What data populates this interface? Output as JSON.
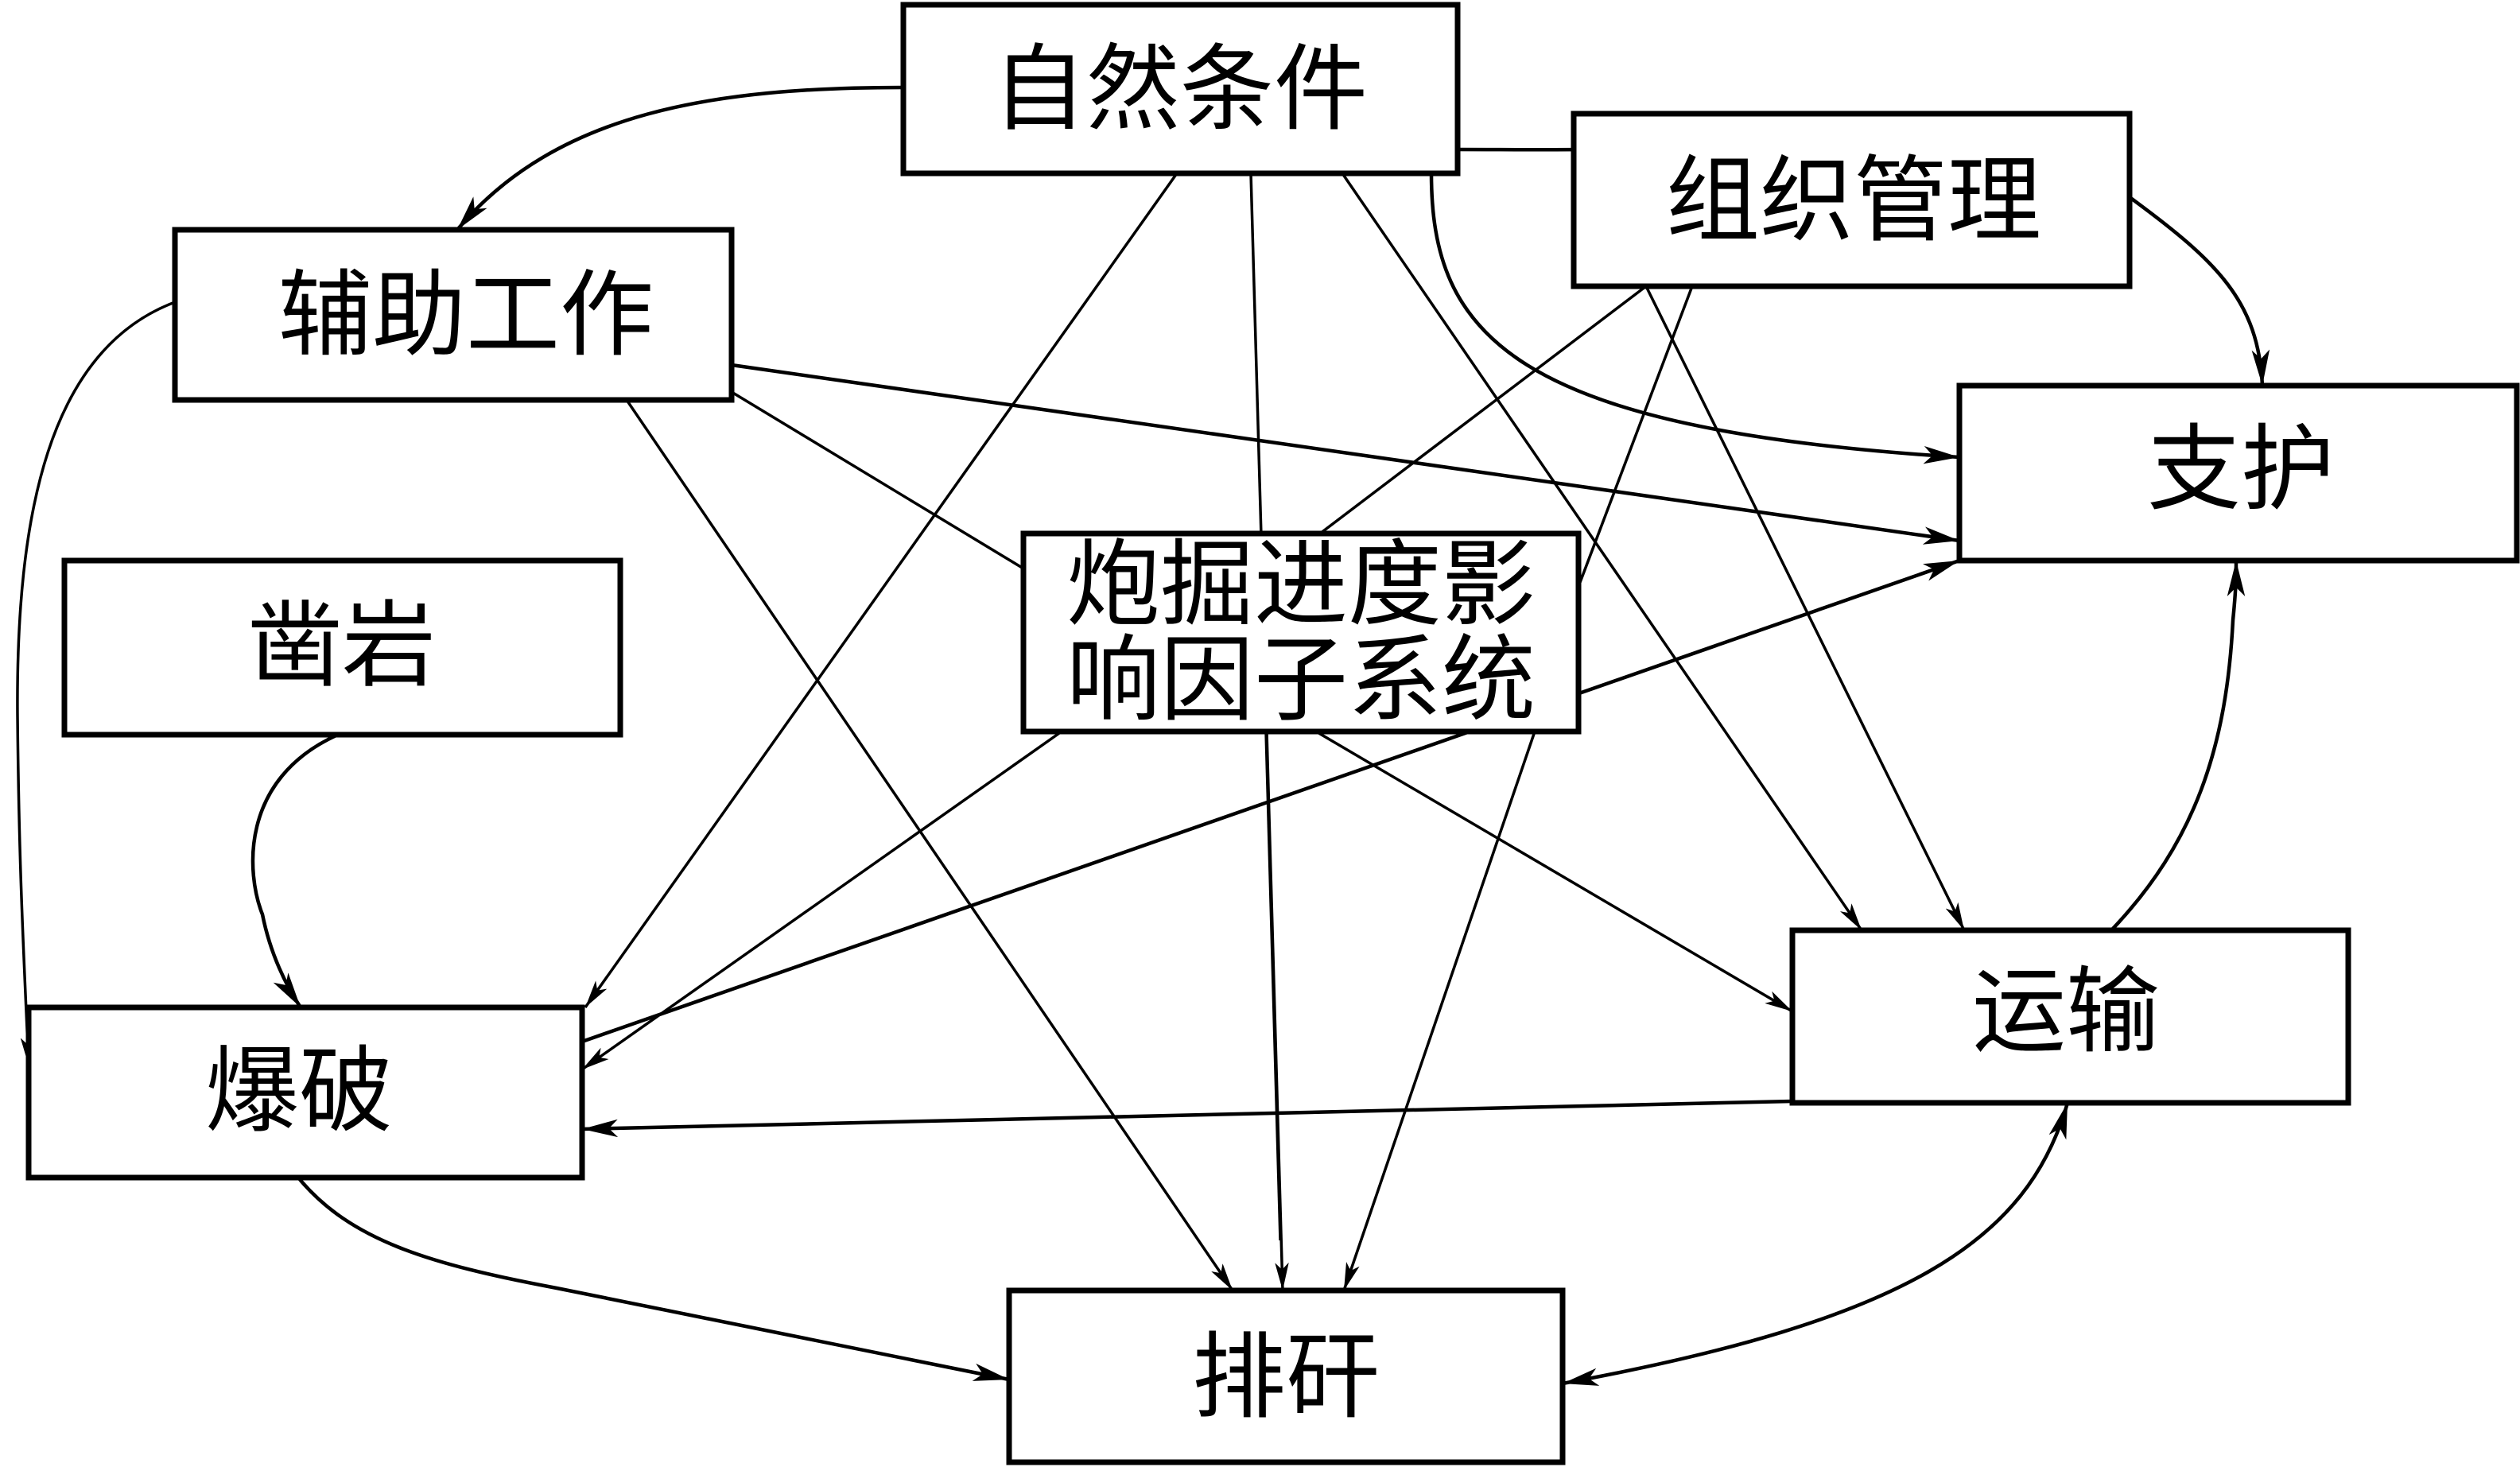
{
  "diagram": {
    "type": "influence-network",
    "colors": {
      "stroke": "#000000",
      "background": "#ffffff"
    },
    "nodes": {
      "natural": {
        "id": "natural",
        "label": "自然条件"
      },
      "org": {
        "id": "org",
        "label": "组织管理"
      },
      "aux": {
        "id": "aux",
        "label": "辅助工作"
      },
      "support": {
        "id": "support",
        "label": "支护"
      },
      "center": {
        "id": "center",
        "label_line1": "炮掘进度影",
        "label_line2": "响因子系统",
        "label": "炮掘进度影响因子系统"
      },
      "drilling": {
        "id": "drilling",
        "label": "凿岩"
      },
      "blasting": {
        "id": "blasting",
        "label": "爆破"
      },
      "transport": {
        "id": "transport",
        "label": "运输"
      },
      "muck": {
        "id": "muck",
        "label": "排矸"
      }
    },
    "edges": [
      {
        "from": "natural",
        "to": "aux",
        "directed": true
      },
      {
        "from": "natural",
        "to": "org",
        "directed": true
      },
      {
        "from": "natural",
        "to": "blasting",
        "directed": true
      },
      {
        "from": "natural",
        "to": "muck",
        "directed": true
      },
      {
        "from": "natural",
        "to": "transport",
        "directed": true
      },
      {
        "from": "natural",
        "to": "support",
        "directed": true
      },
      {
        "from": "org",
        "to": "support",
        "directed": true
      },
      {
        "from": "org",
        "to": "transport",
        "directed": true
      },
      {
        "from": "org",
        "to": "center",
        "directed": false
      },
      {
        "from": "org",
        "to": "muck",
        "directed": true
      },
      {
        "from": "aux",
        "to": "support",
        "directed": true
      },
      {
        "from": "aux",
        "to": "muck",
        "directed": true
      },
      {
        "from": "aux",
        "to": "blasting",
        "directed": true
      },
      {
        "from": "aux",
        "to": "center",
        "directed": false
      },
      {
        "from": "drilling",
        "to": "blasting",
        "directed": true
      },
      {
        "from": "center",
        "to": "blasting",
        "directed": true
      },
      {
        "from": "blasting",
        "to": "support",
        "directed": true
      },
      {
        "from": "center",
        "to": "transport",
        "directed": true
      },
      {
        "from": "center",
        "to": "muck",
        "directed": true
      },
      {
        "from": "transport",
        "to": "blasting",
        "directed": true
      },
      {
        "from": "transport",
        "to": "support",
        "directed": true
      },
      {
        "from": "transport",
        "to": "muck",
        "directed": true,
        "bidirectional": true
      },
      {
        "from": "blasting",
        "to": "muck",
        "directed": true
      }
    ]
  }
}
